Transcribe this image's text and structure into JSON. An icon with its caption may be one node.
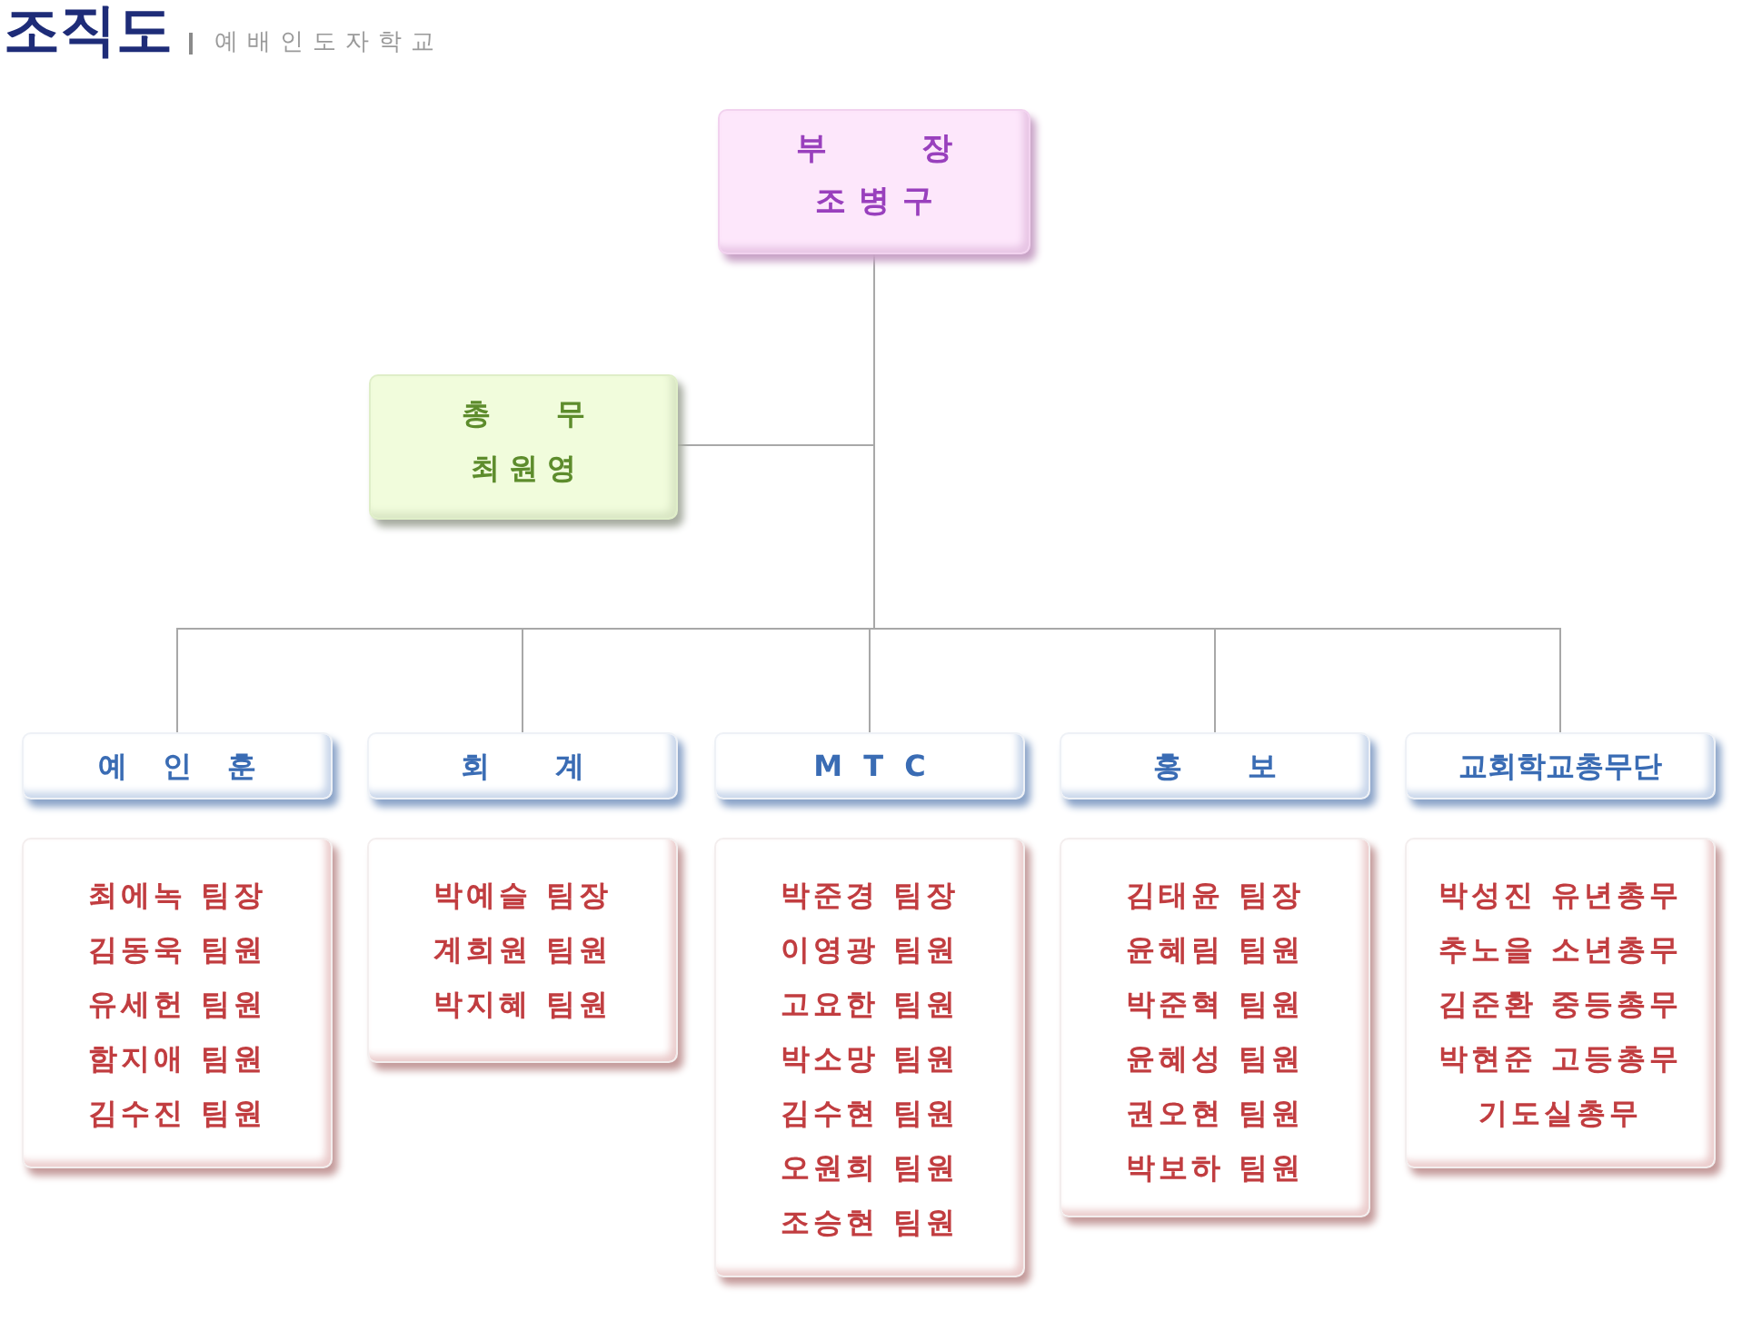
{
  "diagram": {
    "title": "조직도",
    "nodes": [
      {
        "text": [
          "부 장",
          "조병구"
        ]
      },
      {
        "text": [
          "총 무",
          "최원영"
        ]
      },
      {
        "text": [
          "예 인 훈"
        ]
      },
      {
        "text": [
          "회 계"
        ]
      },
      {
        "text": [
          "M T C"
        ]
      },
      {
        "text": [
          "홍 보"
        ]
      },
      {
        "text": [
          "교회학교총무단"
        ]
      },
      {
        "text": [
          "최에녹 팀장",
          "김동욱 팀원",
          "유세헌 팀원",
          "함지애 팀원",
          "김수진 팀원"
        ]
      },
      {
        "text": [
          "박예슬 팀장",
          "계희원 팀원",
          "박지혜 팀원"
        ]
      },
      {
        "text": [
          "박준경 팀장",
          "이영광 팀원",
          "고요한 팀원",
          "박소망 팀원",
          "김수현 팀원",
          "오원희 팀원",
          "조승현 팀원"
        ]
      },
      {
        "text": [
          "김태윤 팀장",
          "윤혜림 팀원",
          "박준혁 팀원",
          "윤혜성 팀원",
          "권오현 팀원",
          "박보하 팀원"
        ]
      },
      {
        "text": [
          "박성진 유년총무",
          "추노을 소년총무",
          "김준환 중등총무",
          "박현준 고등총무",
          "기도실총무"
        ]
      }
    ],
    "edges": [
      {
        "from": 0,
        "to": 1,
        "arrow": "none"
      },
      {
        "from": 0,
        "to": 2,
        "arrow": "none"
      },
      {
        "from": 0,
        "to": 3,
        "arrow": "none"
      },
      {
        "from": 0,
        "to": 4,
        "arrow": "none"
      },
      {
        "from": 0,
        "to": 5,
        "arrow": "none"
      },
      {
        "from": 0,
        "to": 6,
        "arrow": "none"
      }
    ],
    "labels": [
      "예배인도자학교"
    ]
  }
}
